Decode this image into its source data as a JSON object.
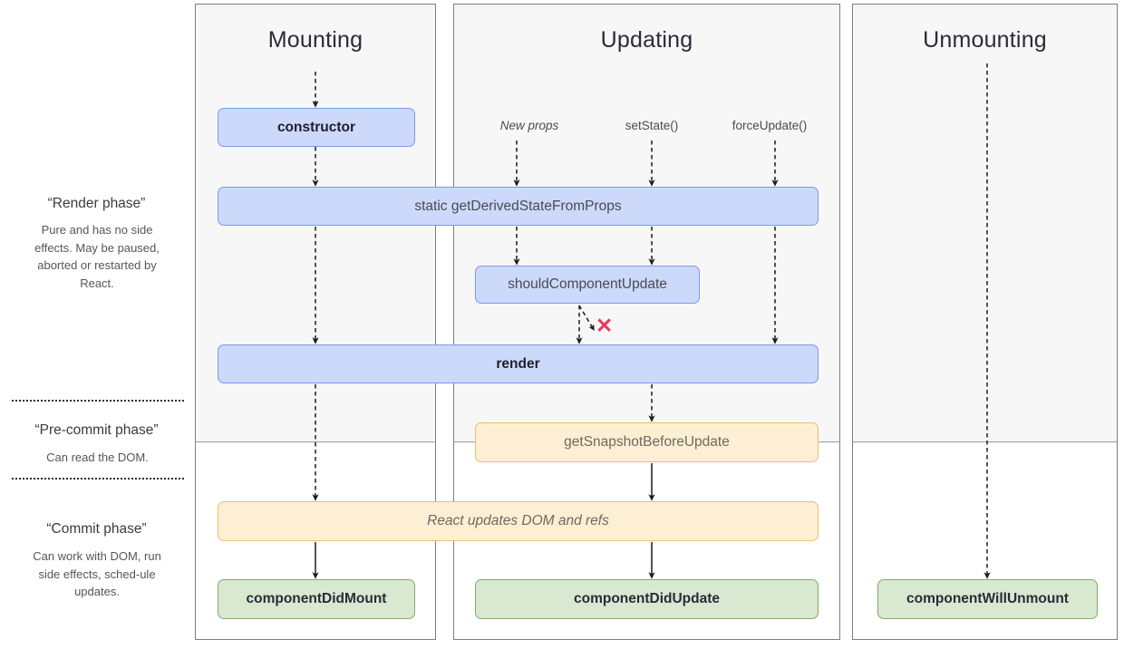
{
  "columns": [
    {
      "id": "mounting",
      "title": "Mounting"
    },
    {
      "id": "updating",
      "title": "Updating"
    },
    {
      "id": "unmounting",
      "title": "Unmounting"
    }
  ],
  "phases": [
    {
      "id": "render-phase",
      "title": "“Render phase”",
      "description": "Pure and has no side effects. May be paused, aborted or restarted by React."
    },
    {
      "id": "pre-commit-phase",
      "title": "“Pre-commit phase”",
      "description": "Can read the DOM."
    },
    {
      "id": "commit-phase",
      "title": "“Commit phase”",
      "description": "Can work with DOM, run side effects, sched-ule updates."
    }
  ],
  "triggers": [
    {
      "id": "new-props",
      "label": "New props",
      "style": "italic"
    },
    {
      "id": "set-state",
      "label": "setState()",
      "style": "normal"
    },
    {
      "id": "force-update",
      "label": "forceUpdate()",
      "style": "normal"
    }
  ],
  "boxes": [
    {
      "id": "constructor",
      "label": "constructor",
      "color": "blue"
    },
    {
      "id": "get-derived-state-from-props",
      "label": "static getDerivedStateFromProps",
      "color": "blue"
    },
    {
      "id": "should-component-update",
      "label": "shouldComponentUpdate",
      "color": "blue"
    },
    {
      "id": "render",
      "label": "render",
      "color": "blue"
    },
    {
      "id": "get-snapshot-before-update",
      "label": "getSnapshotBeforeUpdate",
      "color": "amber"
    },
    {
      "id": "react-updates-dom",
      "label": "React updates DOM and refs",
      "color": "amber"
    },
    {
      "id": "component-did-mount",
      "label": "componentDidMount",
      "color": "green"
    },
    {
      "id": "component-did-update",
      "label": "componentDidUpdate",
      "color": "green"
    },
    {
      "id": "component-will-unmount",
      "label": "componentWillUnmount",
      "color": "green"
    }
  ],
  "annotations": {
    "reject_mark": "✕"
  },
  "colors": {
    "blue_fill": "#ccd9fb",
    "blue_stroke": "#7a9aea",
    "amber_fill": "#fcefd4",
    "amber_stroke": "#e8bf70",
    "green_fill": "#d9e8d0",
    "green_stroke": "#82ab6e",
    "panel_fill": "#f7f7f7",
    "panel_stroke": "#7d7d7d",
    "reject_red": "#e8395c"
  }
}
